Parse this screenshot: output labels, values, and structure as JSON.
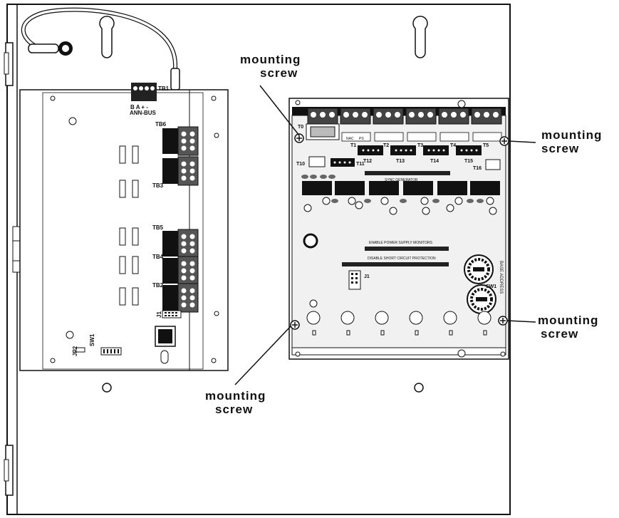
{
  "callouts": {
    "top_left": [
      "mounting",
      "screw"
    ],
    "top_right": [
      "mounting",
      "screw"
    ],
    "bottom_right": [
      "mounting",
      "screw"
    ],
    "bottom_left": [
      "mounting",
      "screw"
    ]
  },
  "left_board": {
    "tb1": "TB1",
    "tb1_pins": "B  A  +  -",
    "tb1_bus": "ANN-BUS",
    "tb6": "TB6",
    "tb3": "TB3",
    "tb5": "TB5",
    "tb4": "TB4",
    "tb2": "TB2",
    "j1": "J1",
    "jp2": "JP2",
    "sw1": "SW1"
  },
  "right_board": {
    "t0": "T0",
    "t1": "T1",
    "t2": "T2",
    "t3": "T3",
    "t4": "T4",
    "t5": "T5",
    "t10": "T10",
    "t11": "T11",
    "t12": "T12",
    "t13": "T13",
    "t14": "T14",
    "t15": "T15",
    "t16": "T16",
    "sync": "SYNC GENERATOR",
    "psm": "ENABLE POWER SUPPLY MONITORS",
    "scp": "DISABLE SHORT CIRCUIT PROTECTION",
    "j1": "J1",
    "sw1": "SW1",
    "base_address": "BASE ADDRESS",
    "nac": "NAC",
    "ps": "PS"
  }
}
